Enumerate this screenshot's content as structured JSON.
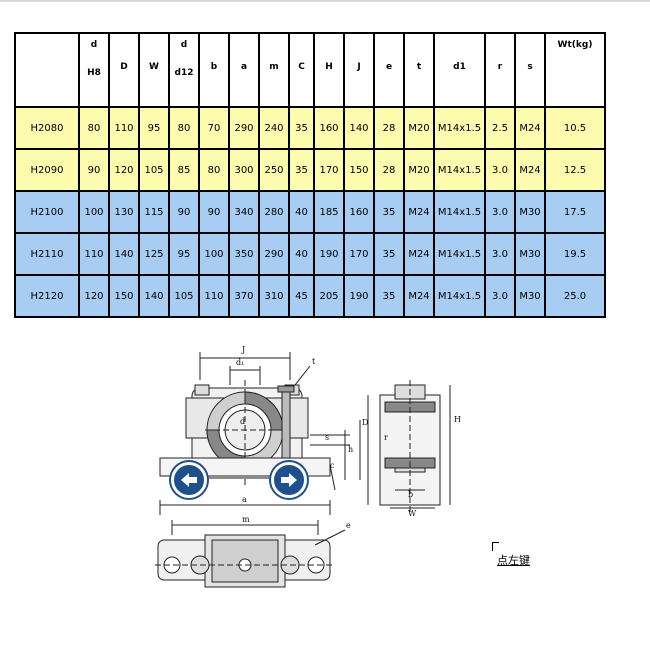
{
  "table": {
    "headers": [
      {
        "top": "",
        "bottom": ""
      },
      {
        "top": "d",
        "bottom": "H8"
      },
      {
        "top": "",
        "single": "D"
      },
      {
        "top": "",
        "single": "W"
      },
      {
        "top": "d",
        "bottom": "d12"
      },
      {
        "top": "",
        "single": "b"
      },
      {
        "top": "",
        "single": "a"
      },
      {
        "top": "",
        "single": "m"
      },
      {
        "top": "",
        "single": "C"
      },
      {
        "top": "",
        "single": "H"
      },
      {
        "top": "",
        "single": "J"
      },
      {
        "top": "",
        "single": "e"
      },
      {
        "top": "",
        "single": "t"
      },
      {
        "top": "",
        "single": "d1"
      },
      {
        "top": "",
        "single": "r"
      },
      {
        "top": "",
        "single": "s"
      },
      {
        "wt": "Wt(kg)"
      }
    ],
    "rows": [
      {
        "color": "yellow",
        "cells": [
          "H2080",
          "80",
          "110",
          "95",
          "80",
          "70",
          "290",
          "240",
          "35",
          "160",
          "140",
          "28",
          "M20",
          "M14x1.5",
          "2.5",
          "M24",
          "10.5"
        ]
      },
      {
        "color": "yellow",
        "cells": [
          "H2090",
          "90",
          "120",
          "105",
          "85",
          "80",
          "300",
          "250",
          "35",
          "170",
          "150",
          "28",
          "M20",
          "M14x1.5",
          "3.0",
          "M24",
          "12.5"
        ]
      },
      {
        "color": "blue",
        "cells": [
          "H2100",
          "100",
          "130",
          "115",
          "90",
          "90",
          "340",
          "280",
          "40",
          "185",
          "160",
          "35",
          "M24",
          "M14x1.5",
          "3.0",
          "M30",
          "17.5"
        ]
      },
      {
        "color": "blue",
        "cells": [
          "H2110",
          "110",
          "140",
          "125",
          "95",
          "100",
          "350",
          "290",
          "40",
          "190",
          "170",
          "35",
          "M24",
          "M14x1.5",
          "3.0",
          "M30",
          "19.5"
        ]
      },
      {
        "color": "blue",
        "cells": [
          "H2120",
          "120",
          "150",
          "140",
          "105",
          "110",
          "370",
          "310",
          "45",
          "205",
          "190",
          "35",
          "M24",
          "M14x1.5",
          "3.0",
          "M30",
          "25.0"
        ]
      }
    ]
  },
  "drawing": {
    "labels": {
      "J": "J",
      "d1": "d₁",
      "t": "t",
      "d": "d",
      "s": "s",
      "h": "h",
      "c": "c",
      "a": "a",
      "m": "m",
      "e": "e",
      "D": "D",
      "r": "r",
      "H": "H",
      "b": "b",
      "W": "W"
    }
  },
  "colors": {
    "yellow_row": "#fdfbae",
    "blue_row": "#a8cdf3",
    "nav_button": "#1f4f8c"
  },
  "icons": {
    "prev": "arrow-left-icon",
    "next": "arrow-right-icon"
  },
  "link": {
    "text": "点左键"
  }
}
